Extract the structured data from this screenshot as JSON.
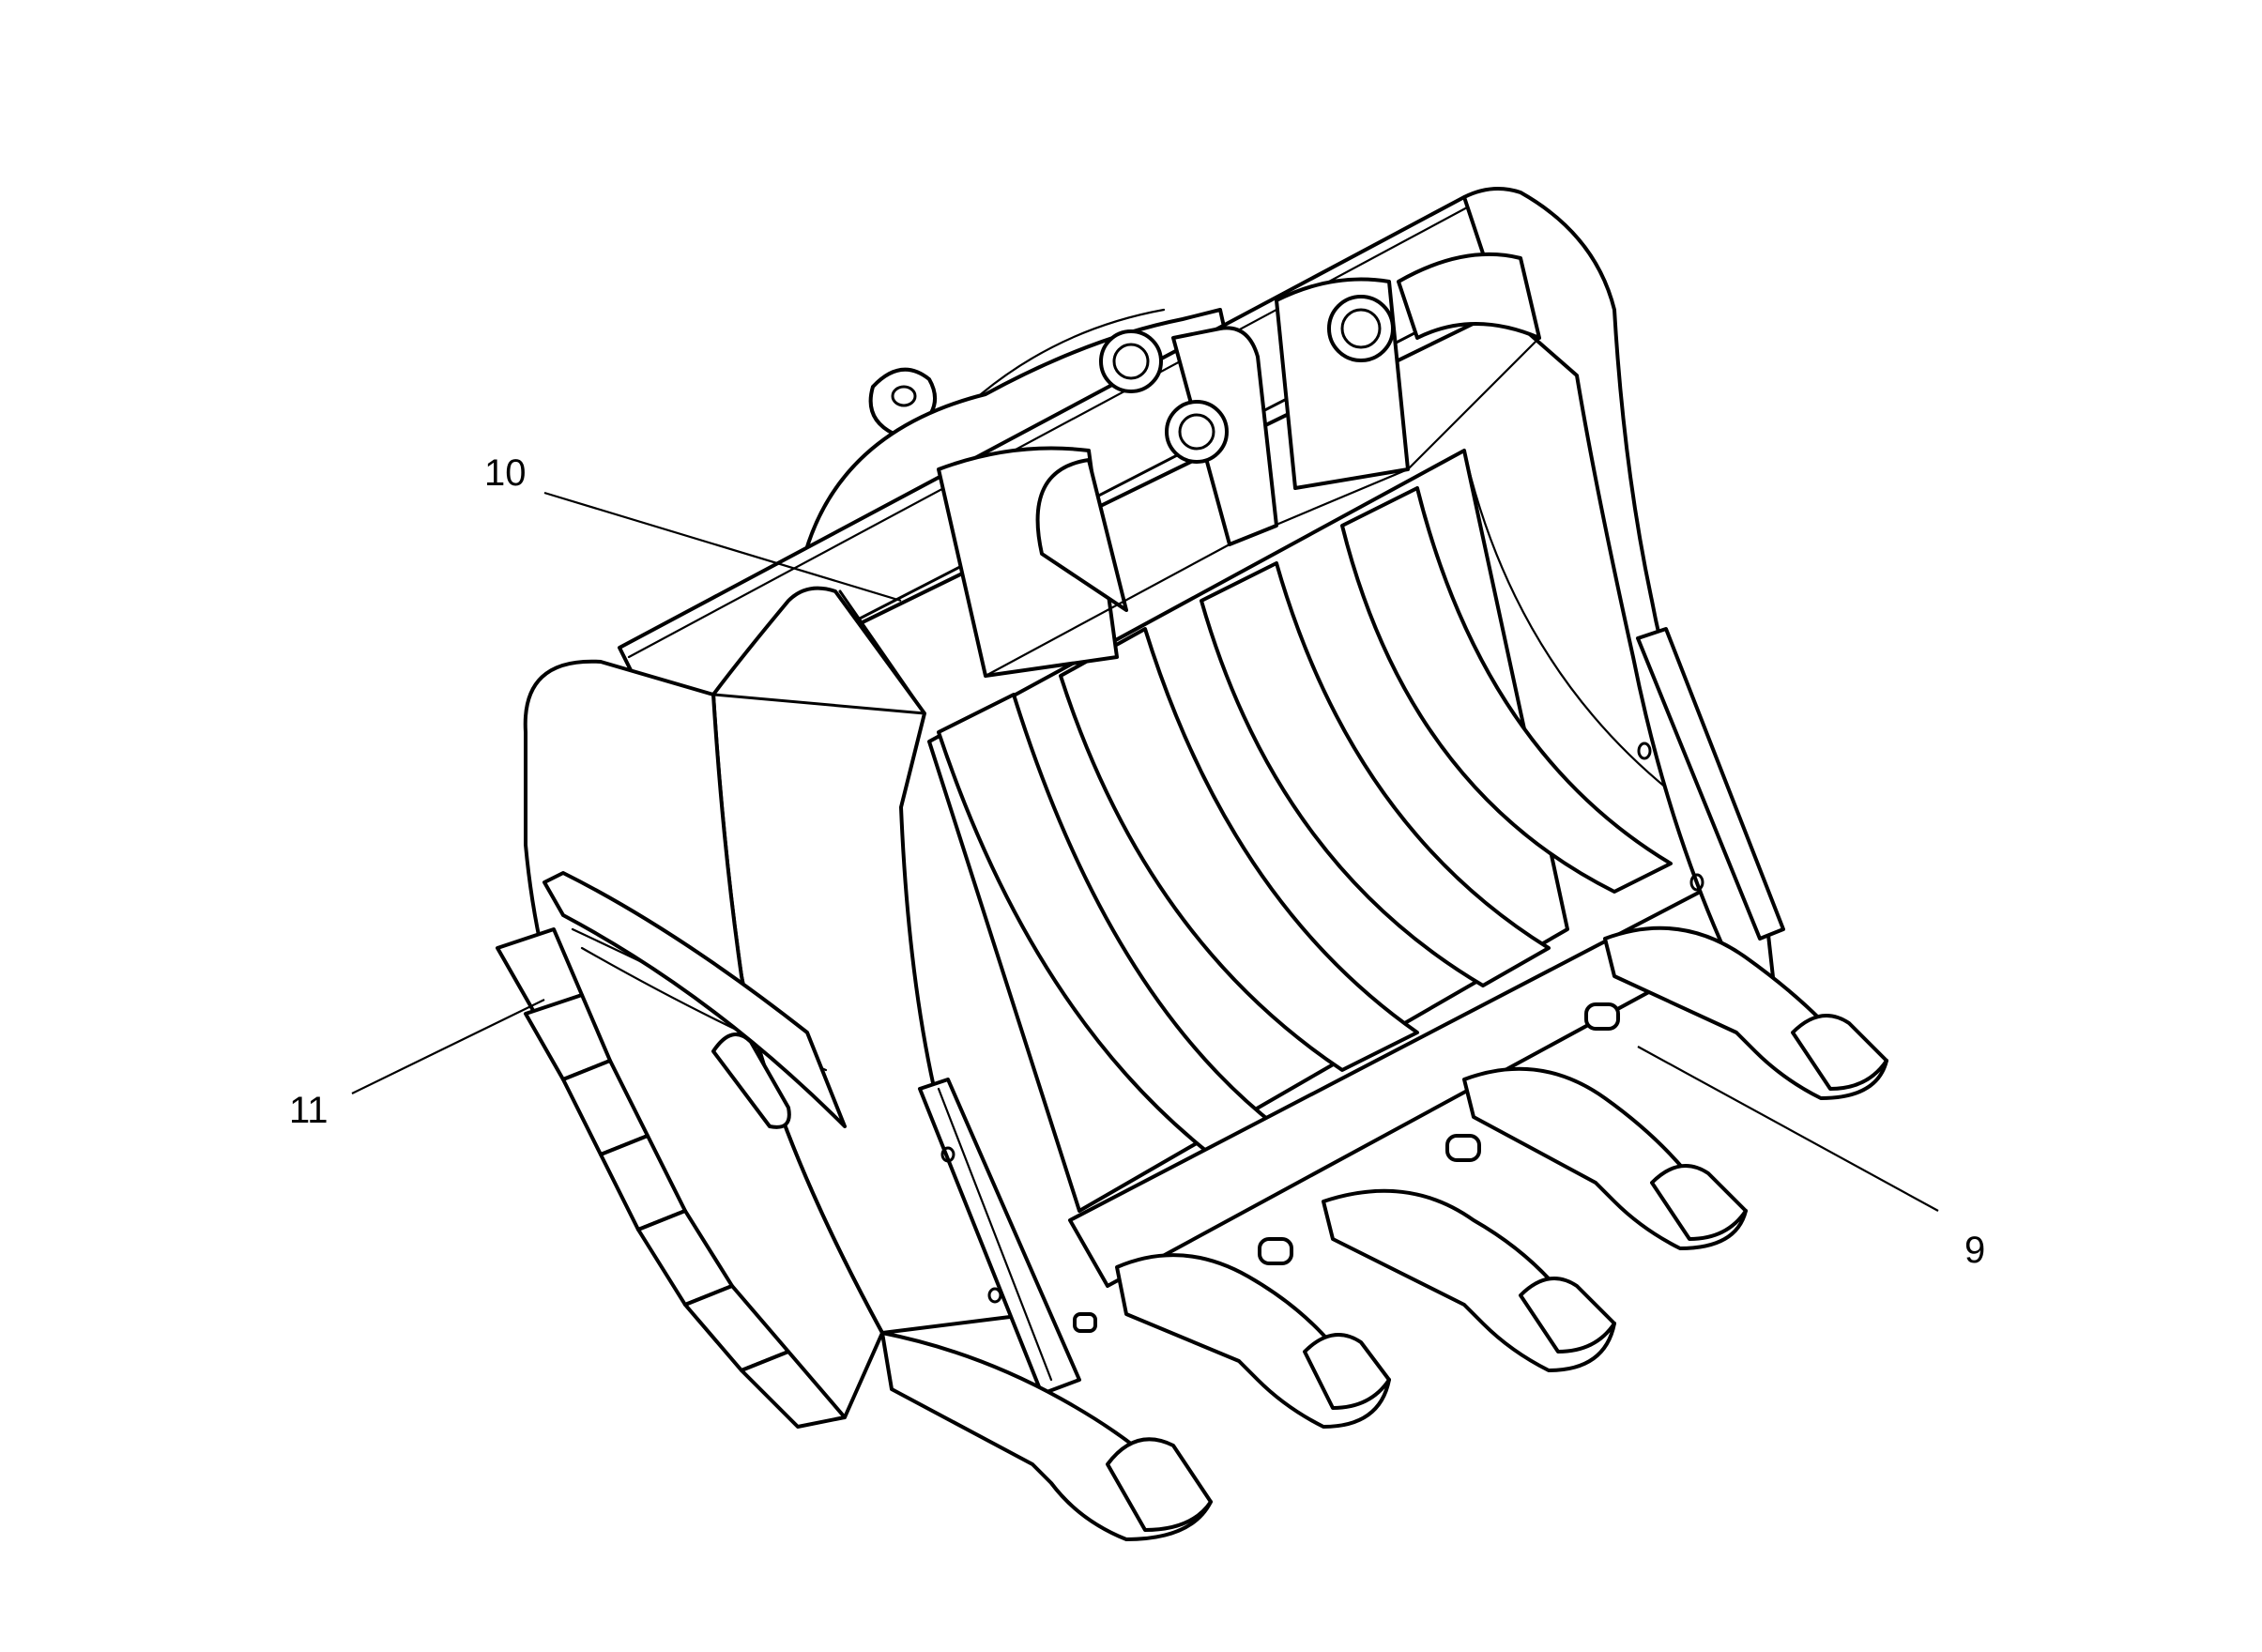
{
  "callouts": [
    {
      "id": "10",
      "label": "10"
    },
    {
      "id": "11",
      "label": "11"
    },
    {
      "id": "9",
      "label": "9"
    }
  ],
  "colors": {
    "line": "#000000",
    "background": "#ffffff"
  },
  "icons": [
    "excavator-rock-bucket-drawing"
  ]
}
